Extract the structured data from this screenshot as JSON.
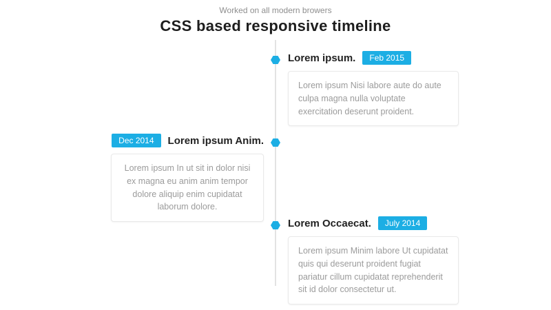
{
  "page": {
    "subtitle": "Worked on all modern browers",
    "title": "CSS based responsive timeline"
  },
  "theme": {
    "accent": "#1caee4",
    "title_color": "#1d1d1d",
    "body_text_color": "#9b9b9b",
    "line_color": "#e3e3e3"
  },
  "timeline": {
    "entries": [
      {
        "side": "right",
        "heading": "Lorem ipsum.",
        "badge": "Feb 2015",
        "body": "Lorem ipsum Nisi labore aute do aute culpa magna nulla voluptate exercitation deserunt proident."
      },
      {
        "side": "left",
        "heading": "Lorem ipsum Anim.",
        "badge": "Dec 2014",
        "body": "Lorem ipsum In ut sit in dolor nisi ex magna eu anim anim tempor dolore aliquip enim cupidatat laborum dolore."
      },
      {
        "side": "right",
        "heading": "Lorem Occaecat.",
        "badge": "July 2014",
        "body": "Lorem ipsum Minim labore Ut cupidatat quis qui deserunt proident fugiat pariatur cillum cupidatat reprehenderit sit id dolor consectetur ut."
      }
    ]
  }
}
